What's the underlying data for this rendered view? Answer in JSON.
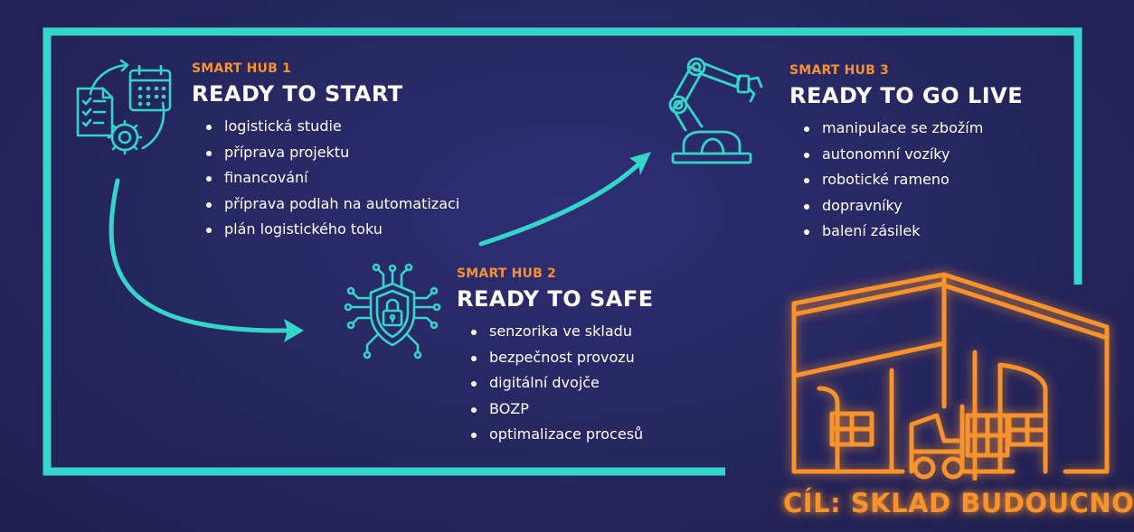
{
  "colors": {
    "accent": "#35d6c9",
    "orange": "#f7922d",
    "background": "#28285f"
  },
  "hubs": [
    {
      "subtitle": "SMART HUB 1",
      "title": "READY TO START",
      "icon": "checklist-calendar-gear-icon",
      "items": [
        "logistická studie",
        "příprava projektu",
        "financování",
        "příprava podlah na automatizaci",
        "plán logistického toku"
      ]
    },
    {
      "subtitle": "SMART HUB 2",
      "title": "READY TO SAFE",
      "icon": "shield-lock-circuit-icon",
      "items": [
        "senzorika ve skladu",
        "bezpečnost provozu",
        "digitální dvojče",
        "BOZP",
        "optimalizace procesů"
      ]
    },
    {
      "subtitle": "SMART HUB 3",
      "title": "READY TO GO LIVE",
      "icon": "robotic-arm-icon",
      "items": [
        "manipulace se zbožím",
        "autonomní vozíky",
        "robotické rameno",
        "dopravníky",
        "balení zásilek"
      ]
    }
  ],
  "goal": {
    "label": "CÍL: SKLAD BUDOUCNOSTI",
    "icon": "warehouse-forklift-icon"
  }
}
